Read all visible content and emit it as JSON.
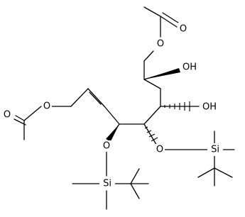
{
  "molecule": {
    "atoms": {
      "o_acetyl_top": "O",
      "o_ester_top": "O",
      "o_hydroxyl_upper": "OH",
      "o_hydroxyl_lower": "OH",
      "o_acetyl_left": "O",
      "o_ester_left": "O",
      "o_silyl_ether_left": "O",
      "o_silyl_ether_right": "O",
      "si_left": "Si",
      "si_right": "Si"
    }
  }
}
